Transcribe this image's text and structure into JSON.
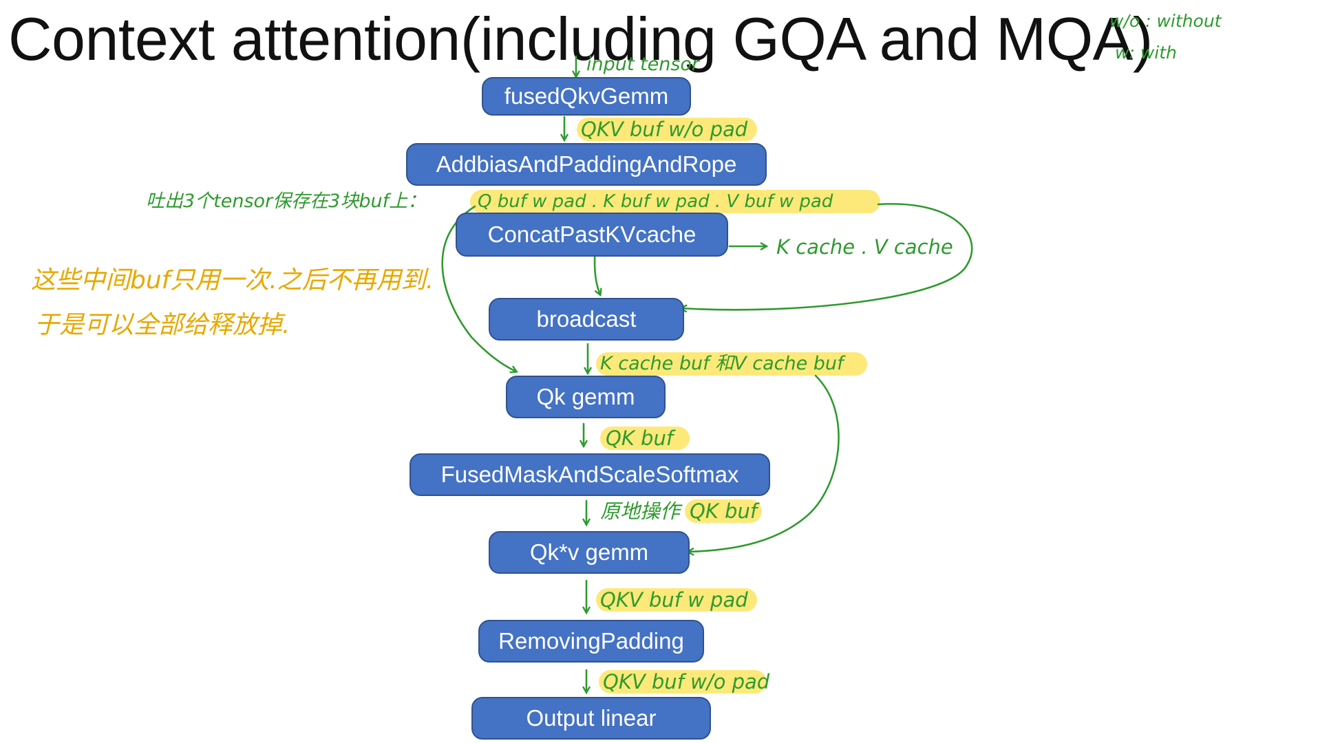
{
  "title": "Context attention(including GQA and MQA)",
  "legend": {
    "wo": "w/o : without",
    "w": "w: with"
  },
  "nodes": {
    "fused_qkv_gemm": "fusedQkvGemm",
    "addbias": "AddbiasAndPaddingAndRope",
    "concat_past_kv": "ConcatPastKVcache",
    "broadcast": "broadcast",
    "qk_gemm": "Qk gemm",
    "softmax": "FusedMaskAndScaleSoftmax",
    "qkv_gemm": "Qk*v gemm",
    "removing_padding": "RemovingPadding",
    "output_linear": "Output linear"
  },
  "labels": {
    "input_tensor": "input tensor",
    "qkv_wo_pad_1": "QKV buf w/o pad",
    "split_prefix": "吐出3个tensor保存在3块buf上：",
    "qkv_split": "Q buf w pad . K buf w pad . V buf w pad",
    "kv_cache": "K cache . V cache",
    "kv_cache_buf": "K cache buf 和V cache buf",
    "qk_buf": "QK buf",
    "inplace_prefix": "原地操作",
    "inplace_buf": "QK buf",
    "qkv_w_pad": "QKV buf w pad",
    "qkv_wo_pad_2": "QKV buf w/o pad"
  },
  "notes": {
    "line1": "这些中间buf只用一次.之后不再用到.",
    "line2": "于是可以全部给释放掉."
  },
  "colors": {
    "box_fill": "#4472c4",
    "box_border": "#2f528f",
    "annotation_green": "#2e9a2e",
    "highlight_yellow": "#fce97a",
    "note_orange": "#e8a800"
  }
}
